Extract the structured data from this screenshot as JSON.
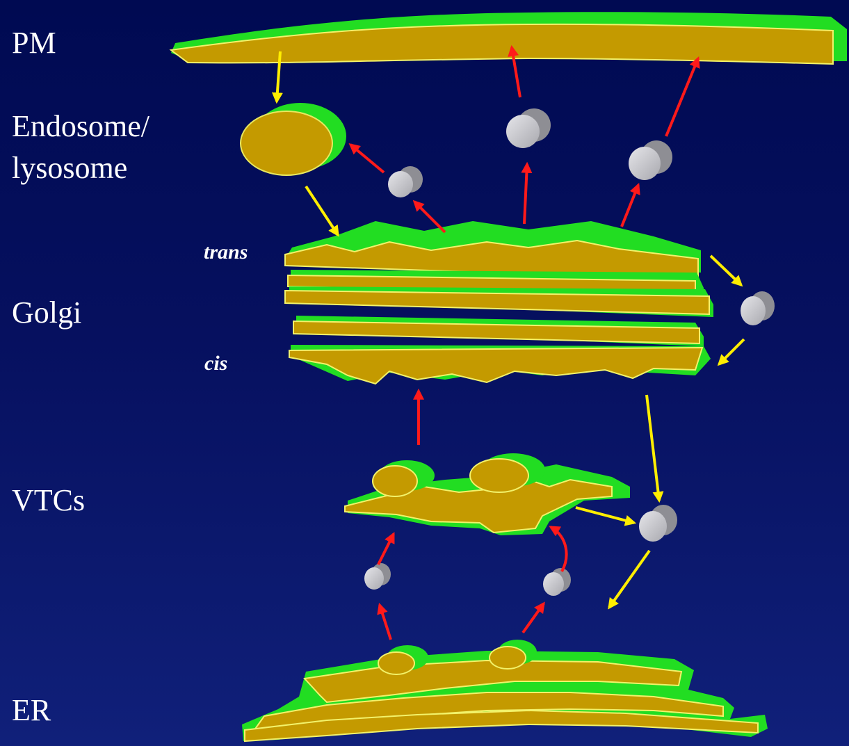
{
  "labels": {
    "pm": "PM",
    "endosome_line1": "Endosome/",
    "endosome_line2": "lysosome",
    "golgi": "Golgi",
    "vtcs": "VTCs",
    "er": "ER",
    "trans": "trans",
    "cis": "cis"
  },
  "colors": {
    "background": "#06105f",
    "membrane_green": "#22dd22",
    "membrane_gold": "#c49a00",
    "vesicle_gray": "#c8c8cc",
    "arrow_yellow": "#ffee00",
    "arrow_red": "#ff1a1a",
    "label_white": "#ffffff"
  }
}
